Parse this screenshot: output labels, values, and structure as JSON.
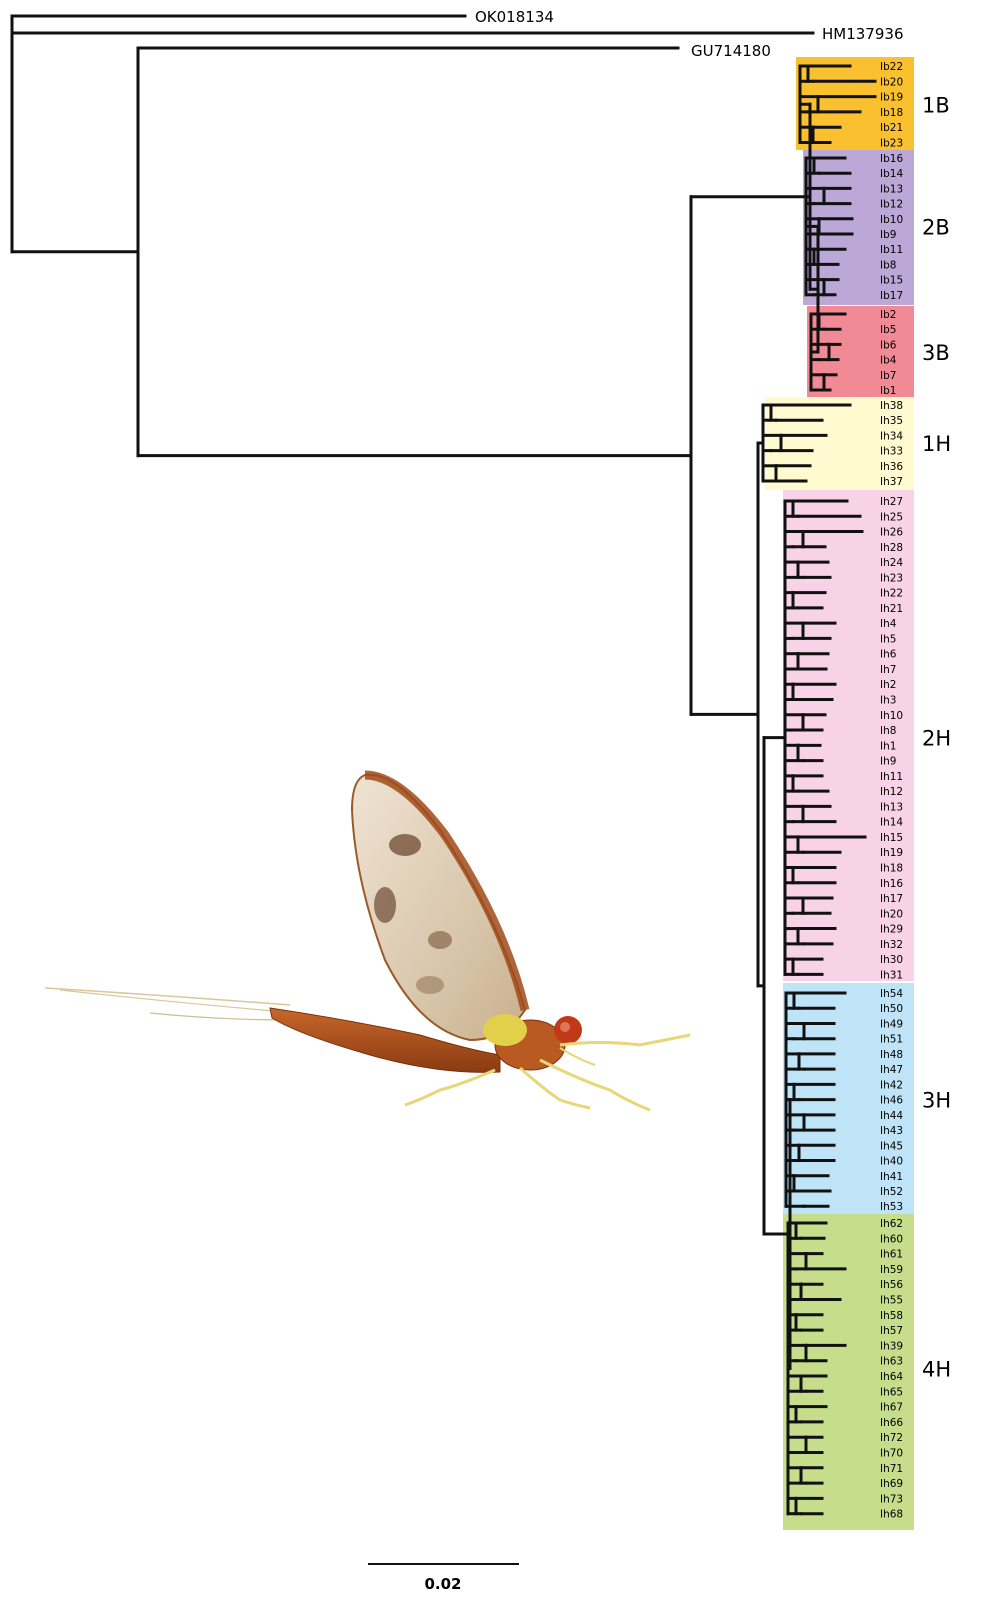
{
  "outgroups": [
    "OK018134",
    "HM137936",
    "GU714180"
  ],
  "clades": [
    {
      "label": "1B",
      "color": "#F9C12F",
      "leaves": [
        "Ib22",
        "Ib20",
        "Ib19",
        "Ib18",
        "Ib21",
        "Ib23"
      ]
    },
    {
      "label": "2B",
      "color": "#BBA8D6",
      "leaves": [
        "Ib16",
        "Ib14",
        "Ib13",
        "Ib12",
        "Ib10",
        "Ib9",
        "Ib11",
        "Ib8",
        "Ib15",
        "Ib17"
      ]
    },
    {
      "label": "3B",
      "color": "#F28A95",
      "leaves": [
        "Ib2",
        "Ib5",
        "Ib6",
        "Ib4",
        "Ib7",
        "Ib1"
      ]
    },
    {
      "label": "1H",
      "color": "#FFFAD0",
      "leaves": [
        "Ih38",
        "Ih35",
        "Ih34",
        "Ih33",
        "Ih36",
        "Ih37"
      ]
    },
    {
      "label": "2H",
      "color": "#F8D2E6",
      "leaves": [
        "Ih27",
        "Ih25",
        "Ih26",
        "Ih28",
        "Ih24",
        "Ih23",
        "Ih22",
        "Ih21",
        "Ih4",
        "Ih5",
        "Ih6",
        "Ih7",
        "Ih2",
        "Ih3",
        "Ih10",
        "Ih8",
        "Ih1",
        "Ih9",
        "Ih11",
        "Ih12",
        "Ih13",
        "Ih14",
        "Ih15",
        "Ih19",
        "Ih18",
        "Ih16",
        "Ih17",
        "Ih20",
        "Ih29",
        "Ih32",
        "Ih30",
        "Ih31"
      ]
    },
    {
      "label": "3H",
      "color": "#BFE3F7",
      "leaves": [
        "Ih54",
        "Ih50",
        "Ih49",
        "Ih51",
        "Ih48",
        "Ih47",
        "Ih42",
        "Ih46",
        "Ih44",
        "Ih43",
        "Ih45",
        "Ih40",
        "Ih41",
        "Ih52",
        "Ih53"
      ]
    },
    {
      "label": "4H",
      "color": "#C6DE8C",
      "leaves": [
        "Ih62",
        "Ih60",
        "Ih61",
        "Ih59",
        "Ih56",
        "Ih55",
        "Ih58",
        "Ih57",
        "Ih39",
        "Ih63",
        "Ih64",
        "Ih65",
        "Ih67",
        "Ih66",
        "Ih72",
        "Ih70",
        "Ih71",
        "Ih69",
        "Ih73",
        "Ih68"
      ]
    }
  ],
  "scale_bar": {
    "value": "0.02"
  },
  "photo": {
    "subject": "mayfly"
  }
}
